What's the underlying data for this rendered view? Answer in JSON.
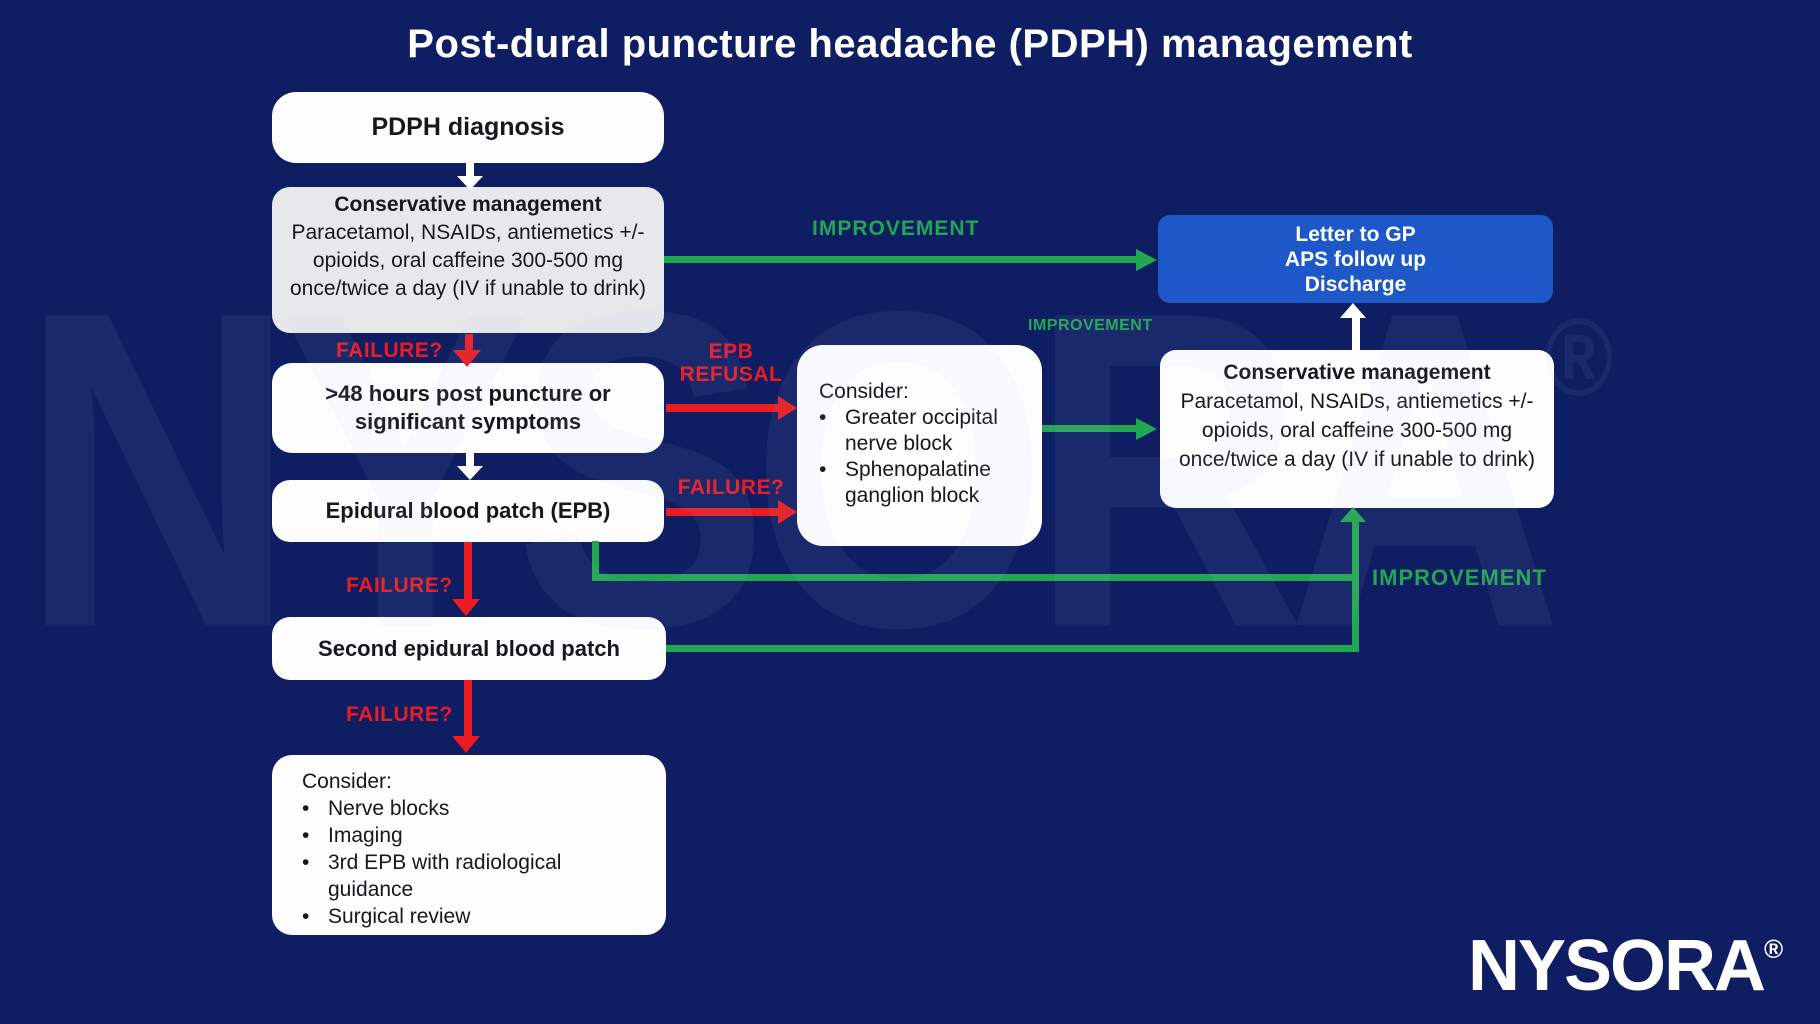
{
  "title": "Post-dural puncture headache (PDPH) management",
  "boxes": {
    "pdph_diagnosis": "PDPH diagnosis",
    "conservative_title": "Conservative management",
    "conservative_body": "Paracetamol, NSAIDs, antiemetics +/- opioids, oral caffeine 300-500 mg once/twice a day (IV if unable to drink)",
    "hours_48": ">48 hours post puncture or significant symptoms",
    "epb": "Epidural blood patch (EPB)",
    "second_epb": "Second epidural blood patch",
    "consider_heading": "Consider:",
    "consider_middle_items": [
      "Greater occipital nerve block",
      "Sphenopalatine ganglion block"
    ],
    "consider_bottom_items": [
      "Nerve blocks",
      "Imaging",
      "3rd EPB with radiological guidance",
      "Surgical review"
    ],
    "letter_gp_lines": [
      "Letter to GP",
      "APS follow up",
      "Discharge"
    ]
  },
  "labels": {
    "improvement": "IMPROVEMENT",
    "failure": "FAILURE?",
    "epb_refusal_line1": "EPB",
    "epb_refusal_line2": "REFUSAL"
  },
  "branding": {
    "logo": "NYSORA",
    "registered": "®",
    "watermark": "NYSORA"
  },
  "colors": {
    "background": "#0f1d62",
    "box_white": "#fdfdfe",
    "box_gray": "#e7e8ea",
    "box_blue": "#1d57c8",
    "arrow_red": "#ea1b22",
    "arrow_green": "#21a651",
    "arrow_white": "#ffffff",
    "text_dark": "#17181c",
    "text_white": "#ffffff"
  }
}
